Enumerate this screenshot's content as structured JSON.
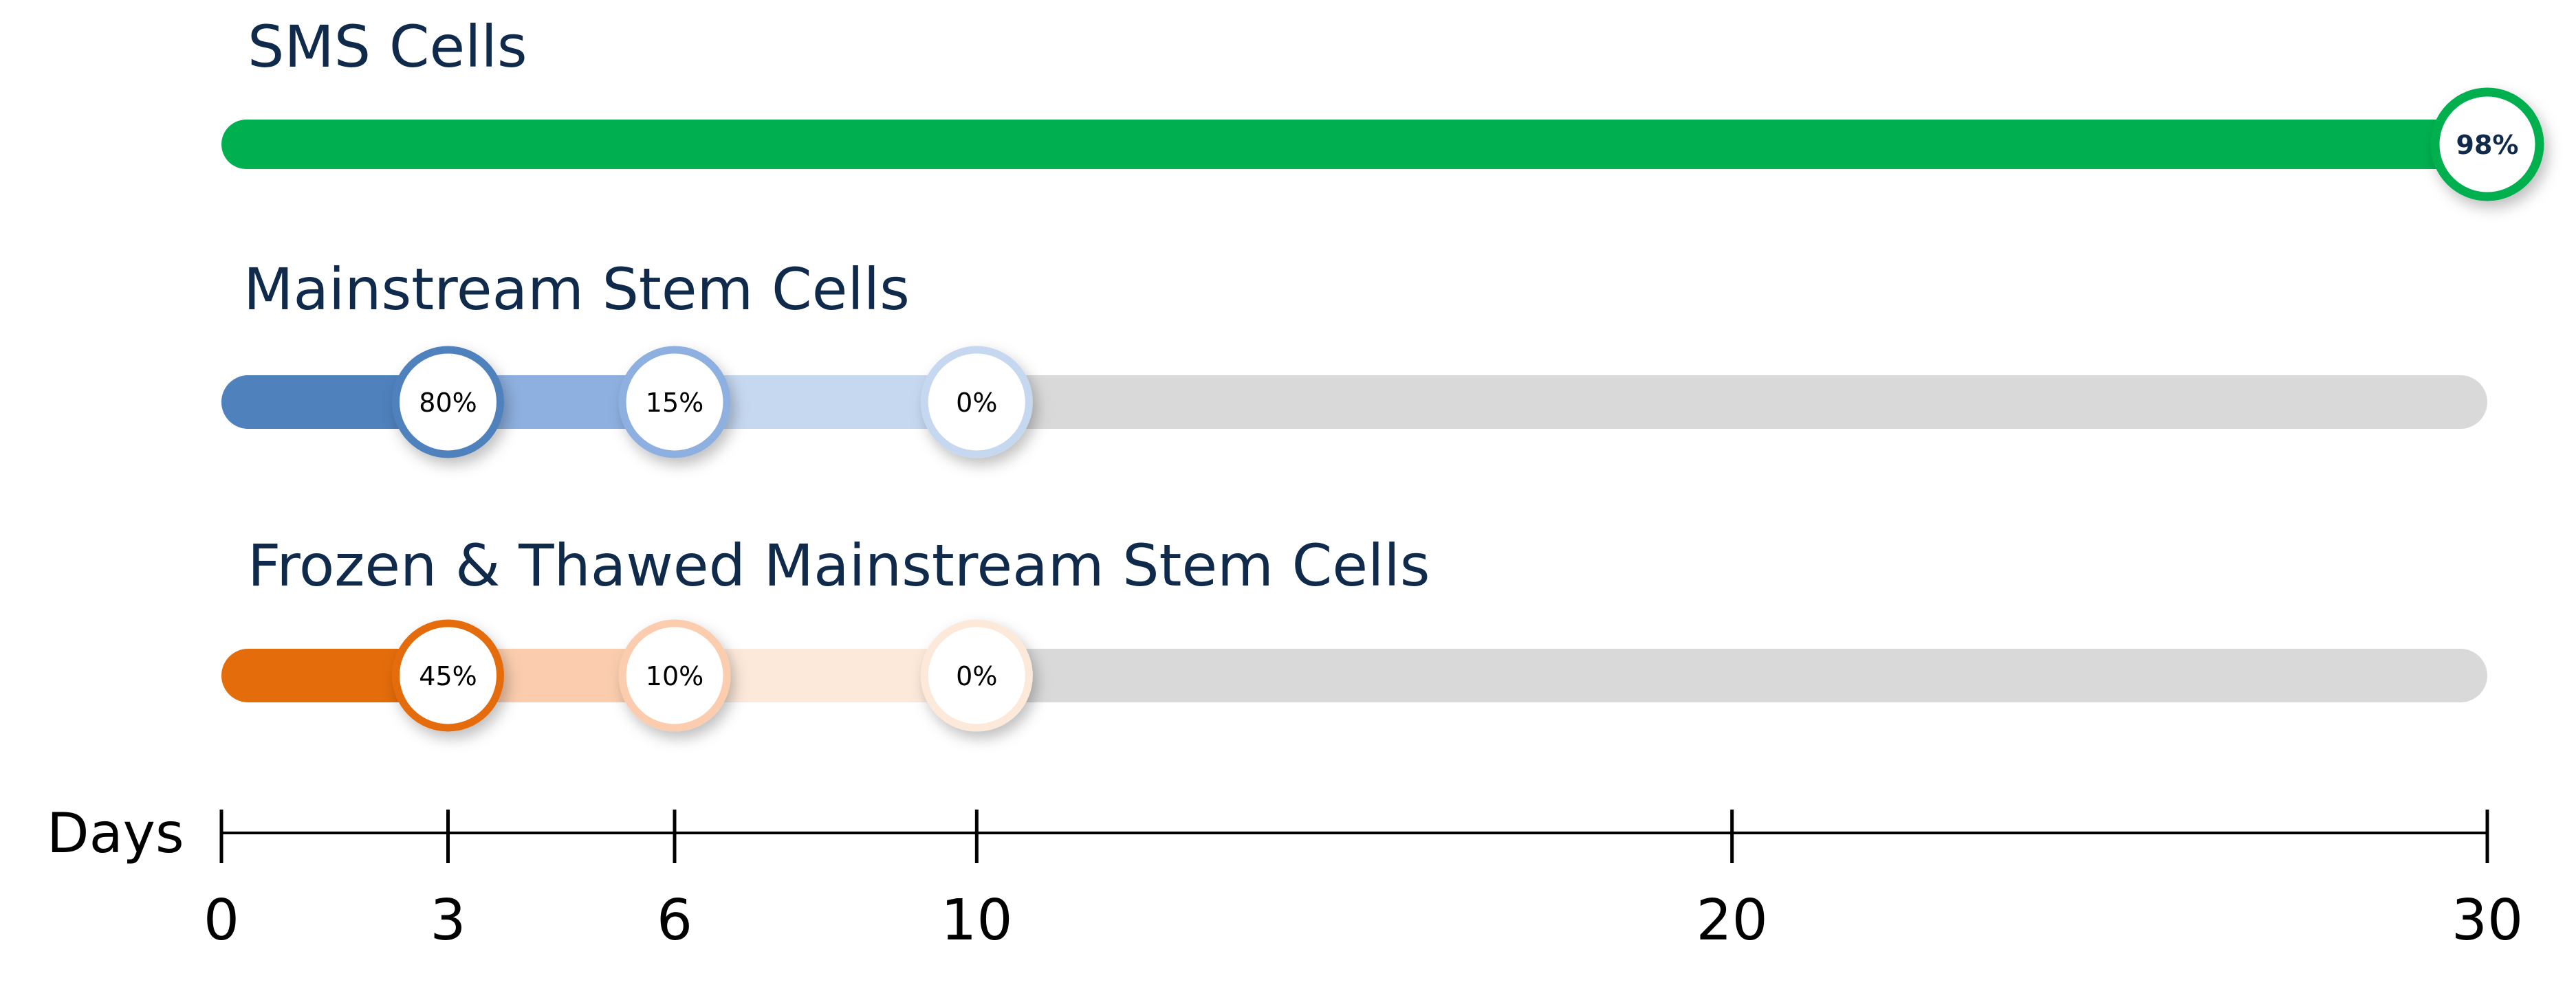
{
  "colors": {
    "title_text": "#0F2A4A",
    "axis": "#000000",
    "track": "#D9D9D9",
    "marker_fill": "#FFFFFF",
    "sms_green": "#00B050",
    "blue": [
      "#4F81BD",
      "#8EB0E0",
      "#C6D8F0"
    ],
    "orange": [
      "#E46C0A",
      "#FBCDAE",
      "#FDE9DA"
    ]
  },
  "chart_data": {
    "type": "bar",
    "xlabel": "Days",
    "xlim": [
      0,
      30
    ],
    "ticks": [
      0,
      3,
      6,
      10,
      20,
      30
    ],
    "rows": [
      {
        "label": "SMS Cells",
        "color": "#00B050",
        "points": [
          {
            "day": 30,
            "value": 98,
            "label": "98%"
          }
        ]
      },
      {
        "label": "Mainstream Stem Cells",
        "color": "#4F81BD",
        "points": [
          {
            "day": 3,
            "value": 80,
            "label": "80%"
          },
          {
            "day": 6,
            "value": 15,
            "label": "15%"
          },
          {
            "day": 10,
            "value": 0,
            "label": "0%"
          }
        ]
      },
      {
        "label": "Frozen & Thawed Mainstream Stem Cells",
        "color": "#E46C0A",
        "points": [
          {
            "day": 3,
            "value": 45,
            "label": "45%"
          },
          {
            "day": 6,
            "value": 10,
            "label": "10%"
          },
          {
            "day": 10,
            "value": 0,
            "label": "0%"
          }
        ]
      }
    ]
  }
}
